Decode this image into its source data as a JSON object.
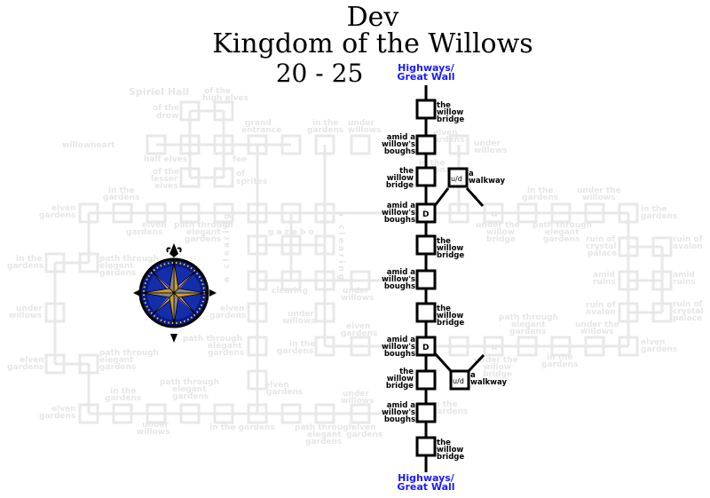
{
  "title": {
    "line1": "Dev",
    "line2": "Kingdom of the Willows",
    "line3": "20 - 25"
  },
  "exits": {
    "top": {
      "line1": "Highways/",
      "line2": "Great Wall"
    },
    "bottom": {
      "line1": "Highways/",
      "line2": "Great Wall"
    }
  },
  "colors": {
    "exit_link": "#1a1aff",
    "room_stroke": "#000000",
    "faded_background": "#e8e8e8"
  },
  "rooms": [
    {
      "id": "r1",
      "label": [
        "the",
        "willow",
        "bridge"
      ],
      "side": "right",
      "marker": ""
    },
    {
      "id": "r2",
      "label": [
        "amid a",
        "willow's",
        "boughs"
      ],
      "side": "left",
      "marker": ""
    },
    {
      "id": "r3",
      "label": [
        "the",
        "willow",
        "bridge"
      ],
      "side": "left",
      "marker": ""
    },
    {
      "id": "r4",
      "label": [
        "amid a",
        "willow's",
        "boughs"
      ],
      "side": "left",
      "marker": "D"
    },
    {
      "id": "r5",
      "label": [
        "the",
        "willow",
        "bridge"
      ],
      "side": "right",
      "marker": ""
    },
    {
      "id": "r6",
      "label": [
        "amid a",
        "willow's",
        "boughs"
      ],
      "side": "left",
      "marker": ""
    },
    {
      "id": "r7",
      "label": [
        "the",
        "willow",
        "bridge"
      ],
      "side": "right",
      "marker": ""
    },
    {
      "id": "r8",
      "label": [
        "amid a",
        "willow's",
        "boughs"
      ],
      "side": "left",
      "marker": "D"
    },
    {
      "id": "r9",
      "label": [
        "the",
        "willow",
        "bridge"
      ],
      "side": "left",
      "marker": ""
    },
    {
      "id": "r10",
      "label": [
        "amid a",
        "willow's",
        "boughs"
      ],
      "side": "left",
      "marker": ""
    },
    {
      "id": "r11",
      "label": [
        "the",
        "willow",
        "bridge"
      ],
      "side": "right",
      "marker": ""
    }
  ],
  "walkways": [
    {
      "id": "w1",
      "marker": "u/d",
      "label": [
        "a",
        "walkway"
      ]
    },
    {
      "id": "w2",
      "marker": "u/d",
      "label": [
        "a",
        "walkway"
      ]
    }
  ],
  "background_labels": [
    "Spiriel Hall",
    "of the high elves",
    "of the drow",
    "willowheart",
    "half elves",
    "fae",
    "of the lesser elves",
    "of sprites",
    "grand entrance",
    "in the gardens",
    "under willows",
    "elven gardens",
    "path through elegant gardens",
    "gazebo",
    "a clearing",
    "clearing",
    "under the willow bridge",
    "under the willows",
    "ruin of crystal palace",
    "ruin of avalon",
    "amid ruins",
    "u"
  ],
  "compass": {
    "name": "compass-rose"
  }
}
